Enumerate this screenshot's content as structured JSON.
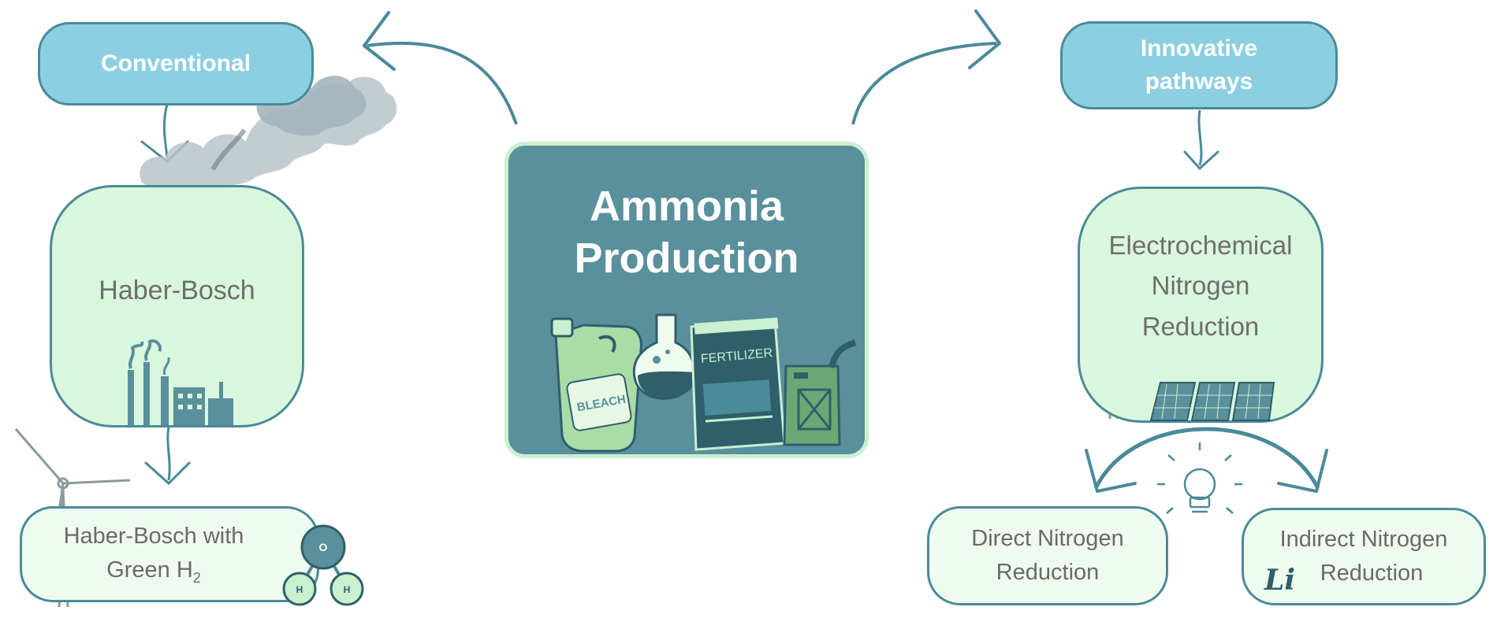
{
  "center": {
    "title_line1": "Ammonia",
    "title_line2": "Production"
  },
  "products": {
    "bleach_label": "BLEACH",
    "fertilizer_label": "FERTILIZER"
  },
  "conventional": {
    "header": "Conventional",
    "haber_bosch": "Haber-Bosch",
    "green_line1": "Haber-Bosch with",
    "green_line2_prefix": "Green H",
    "green_line2_subscript": "2"
  },
  "water_molecule": {
    "oxygen": "O",
    "hydrogen_left": "H",
    "hydrogen_right": "H"
  },
  "innovative": {
    "header_line1": "Innovative",
    "header_line2": "pathways",
    "enr_line1": "Electrochemical",
    "enr_line2": "Nitrogen",
    "enr_line3": "Reduction",
    "direct_line1": "Direct Nitrogen",
    "direct_line2": "Reduction",
    "indirect_line1": "Indirect Nitrogen",
    "indirect_line2": "Reduction",
    "lithium_symbol": "Li"
  },
  "colors": {
    "pill_fill": "#8ccfe0",
    "green_fill": "#d9f7dc",
    "light_fill": "#f0fbf0",
    "outline": "#4a8a99",
    "center_fill": "#5a8f9c"
  }
}
